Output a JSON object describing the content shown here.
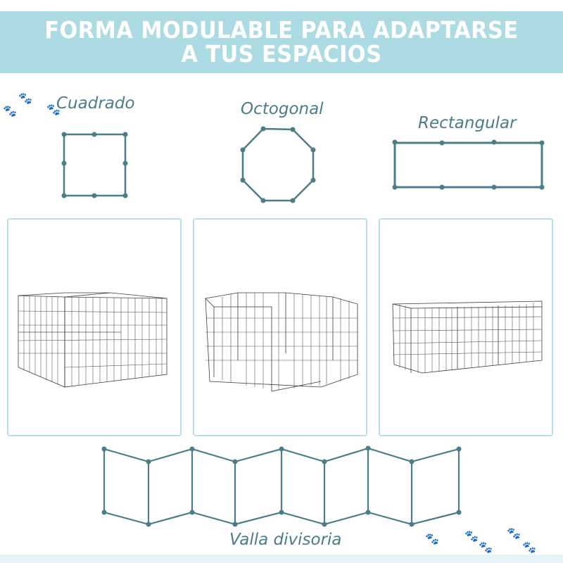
{
  "banner": {
    "line1": "FORMA MODULABLE PARA ADAPTARSE",
    "line2": "A TUS ESPACIOS",
    "background": "#acdbe4"
  },
  "shapes": [
    {
      "id": "square",
      "label": "Cuadrado"
    },
    {
      "id": "octagon",
      "label": "Octogonal"
    },
    {
      "id": "rectangle",
      "label": "Rectangular"
    }
  ],
  "panels": [
    {
      "id": "square-pen",
      "alt": "Parque cuadrado"
    },
    {
      "id": "octagon-pen",
      "alt": "Parque octogonal"
    },
    {
      "id": "rectangle-pen",
      "alt": "Parque rectangular"
    }
  ],
  "divider": {
    "label": "Valla divisoria"
  },
  "colors": {
    "accent": "#4b7d88",
    "panel_border": "#b9dfe8",
    "paw": "#cde8ef"
  }
}
